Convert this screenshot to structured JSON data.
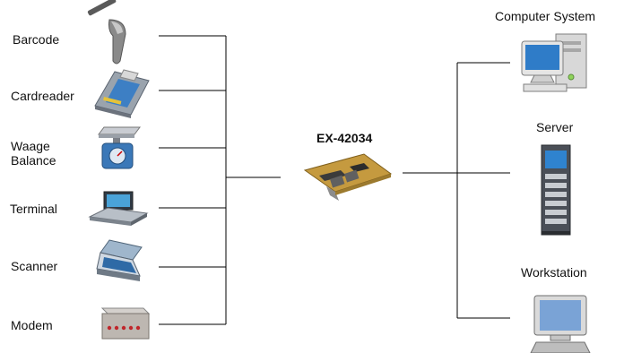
{
  "devices_left": [
    {
      "label": "Barcode",
      "icon": "barcode-scanner-icon"
    },
    {
      "label": "Cardreader",
      "icon": "card-reader-icon"
    },
    {
      "label": "Waage\nBalance",
      "icon": "scale-icon"
    },
    {
      "label": "Terminal",
      "icon": "terminal-icon"
    },
    {
      "label": "Scanner",
      "icon": "flatbed-scanner-icon"
    },
    {
      "label": "Modem",
      "icon": "modem-icon"
    }
  ],
  "center": {
    "label": "EX-42034",
    "icon": "pci-serial-card-icon"
  },
  "devices_right": [
    {
      "label": "Computer System",
      "icon": "computer-system-icon"
    },
    {
      "label": "Server",
      "icon": "server-tower-icon"
    },
    {
      "label": "Workstation",
      "icon": "workstation-icon"
    }
  ]
}
